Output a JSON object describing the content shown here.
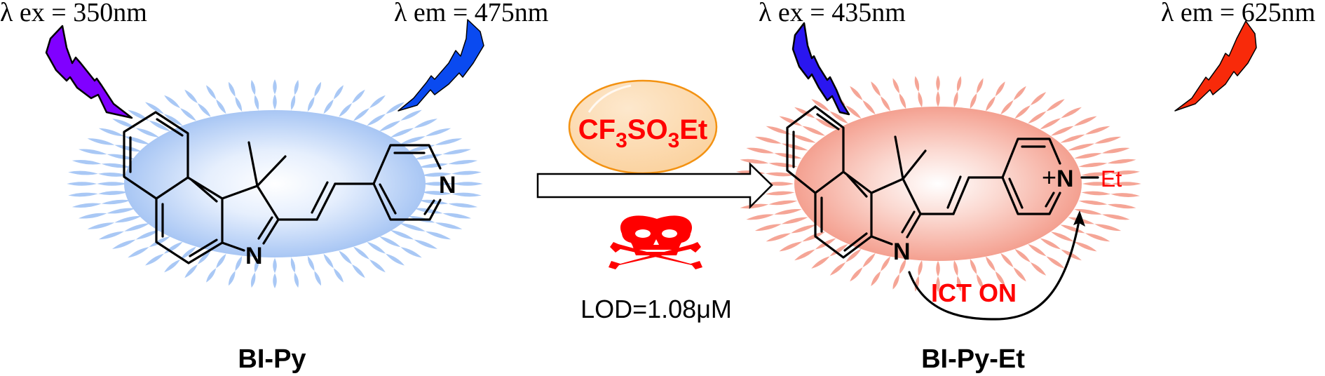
{
  "left_panel": {
    "excitation_label": "λ ex = 350nm",
    "emission_label": "λ em = 475nm",
    "molecule_name": "BI-Py",
    "indole_n": "N",
    "pyridine_n": "N",
    "glow_color": "#a9c8f5",
    "excitation_bolt_color": "#8000ff",
    "emission_bolt_color": "#0a4af0"
  },
  "reaction": {
    "reagent_main": "CF",
    "reagent_sub1": "3",
    "reagent_mid": "SO",
    "reagent_sub2": "3",
    "reagent_end": "Et",
    "reagent_color": "#ff0000",
    "ellipse_fill": "#fbd7a8",
    "ellipse_stroke": "#f39212",
    "hazard_icon": "skull-and-crossbones",
    "hazard_color": "#ff0000",
    "lod_label": "LOD=1.08μM"
  },
  "right_panel": {
    "excitation_label": "λ ex = 435nm",
    "emission_label": "λ em = 625nm",
    "molecule_name": "BI-Py-Et",
    "indole_n": "N",
    "pyridinium_n": "N",
    "charge": "+",
    "substituent": "Et",
    "ict_label": "ICT ON",
    "glow_color": "#f5a596",
    "excitation_bolt_color": "#2a16f0",
    "emission_bolt_color": "#f82a0a"
  }
}
